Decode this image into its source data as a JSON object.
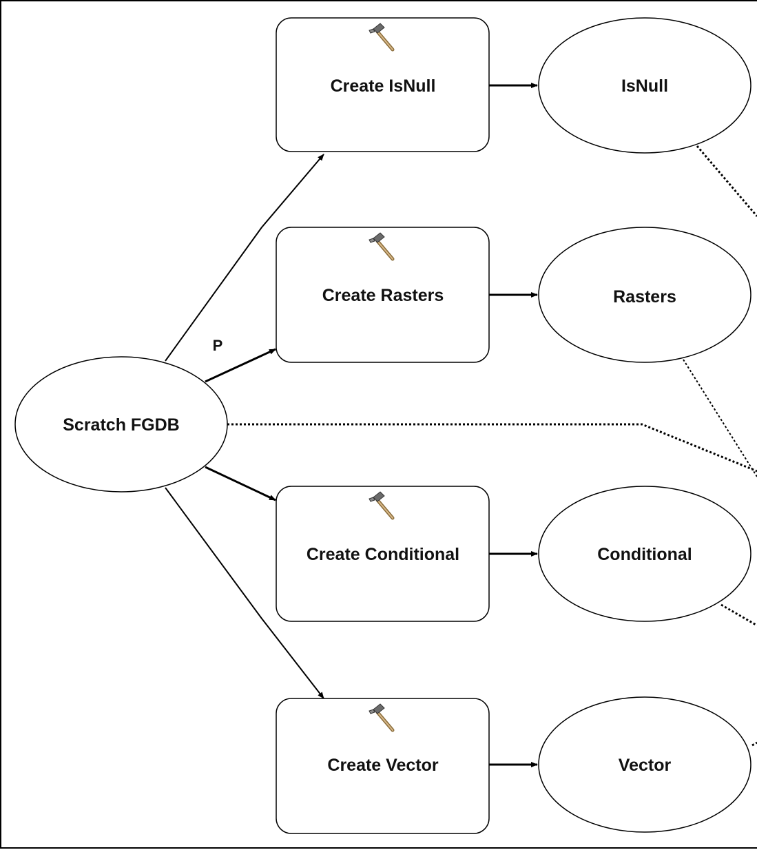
{
  "nodes": {
    "scratch_fgdb": "Scratch FGDB",
    "create_isnull": "Create IsNull",
    "isnull": "IsNull",
    "create_rasters": "Create Rasters",
    "rasters": "Rasters",
    "create_conditional": "Create Conditional",
    "conditional": "Conditional",
    "create_vector": "Create Vector",
    "vector": "Vector"
  },
  "connector_labels": {
    "precondition": "P"
  },
  "icons": {
    "tool": "hammer-icon"
  }
}
